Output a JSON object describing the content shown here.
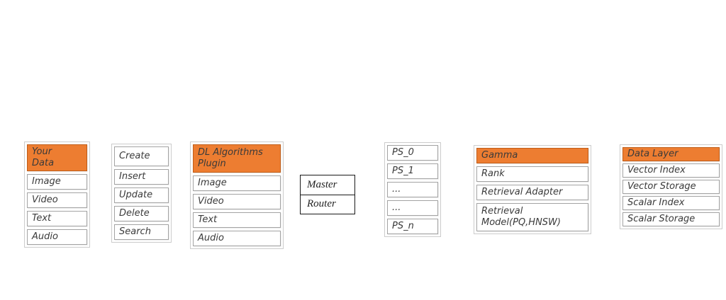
{
  "colors": {
    "header_fill": "#ED7D31",
    "header_border": "#C05C17",
    "cell_border": "#A3A3A3",
    "outer_border": "#CCCCCC",
    "text": "#3A3A3A",
    "master_border": "#1A1A1A"
  },
  "groups": {
    "your_data": {
      "header": "Your\nData",
      "rows": [
        "Image",
        "Video",
        "Text",
        "Audio"
      ]
    },
    "operations": {
      "rows": [
        "Create",
        "Insert",
        "Update",
        "Delete",
        "Search"
      ]
    },
    "dl_plugin": {
      "header": "DL Algorithms\nPlugin",
      "rows": [
        "Image",
        "Video",
        "Text",
        "Audio"
      ]
    },
    "master_router": {
      "rows": [
        "Master",
        "Router"
      ]
    },
    "partition_servers": {
      "rows": [
        "PS_0",
        "PS_1",
        "...",
        "...",
        "PS_n"
      ]
    },
    "gamma": {
      "header": "Gamma",
      "rows": [
        "Rank",
        "Retrieval Adapter",
        "Retrieval\nModel(PQ,HNSW)"
      ]
    },
    "data_layer": {
      "header": "Data Layer",
      "rows": [
        "Vector Index",
        "Vector Storage",
        "Scalar Index",
        "Scalar Storage"
      ]
    }
  }
}
